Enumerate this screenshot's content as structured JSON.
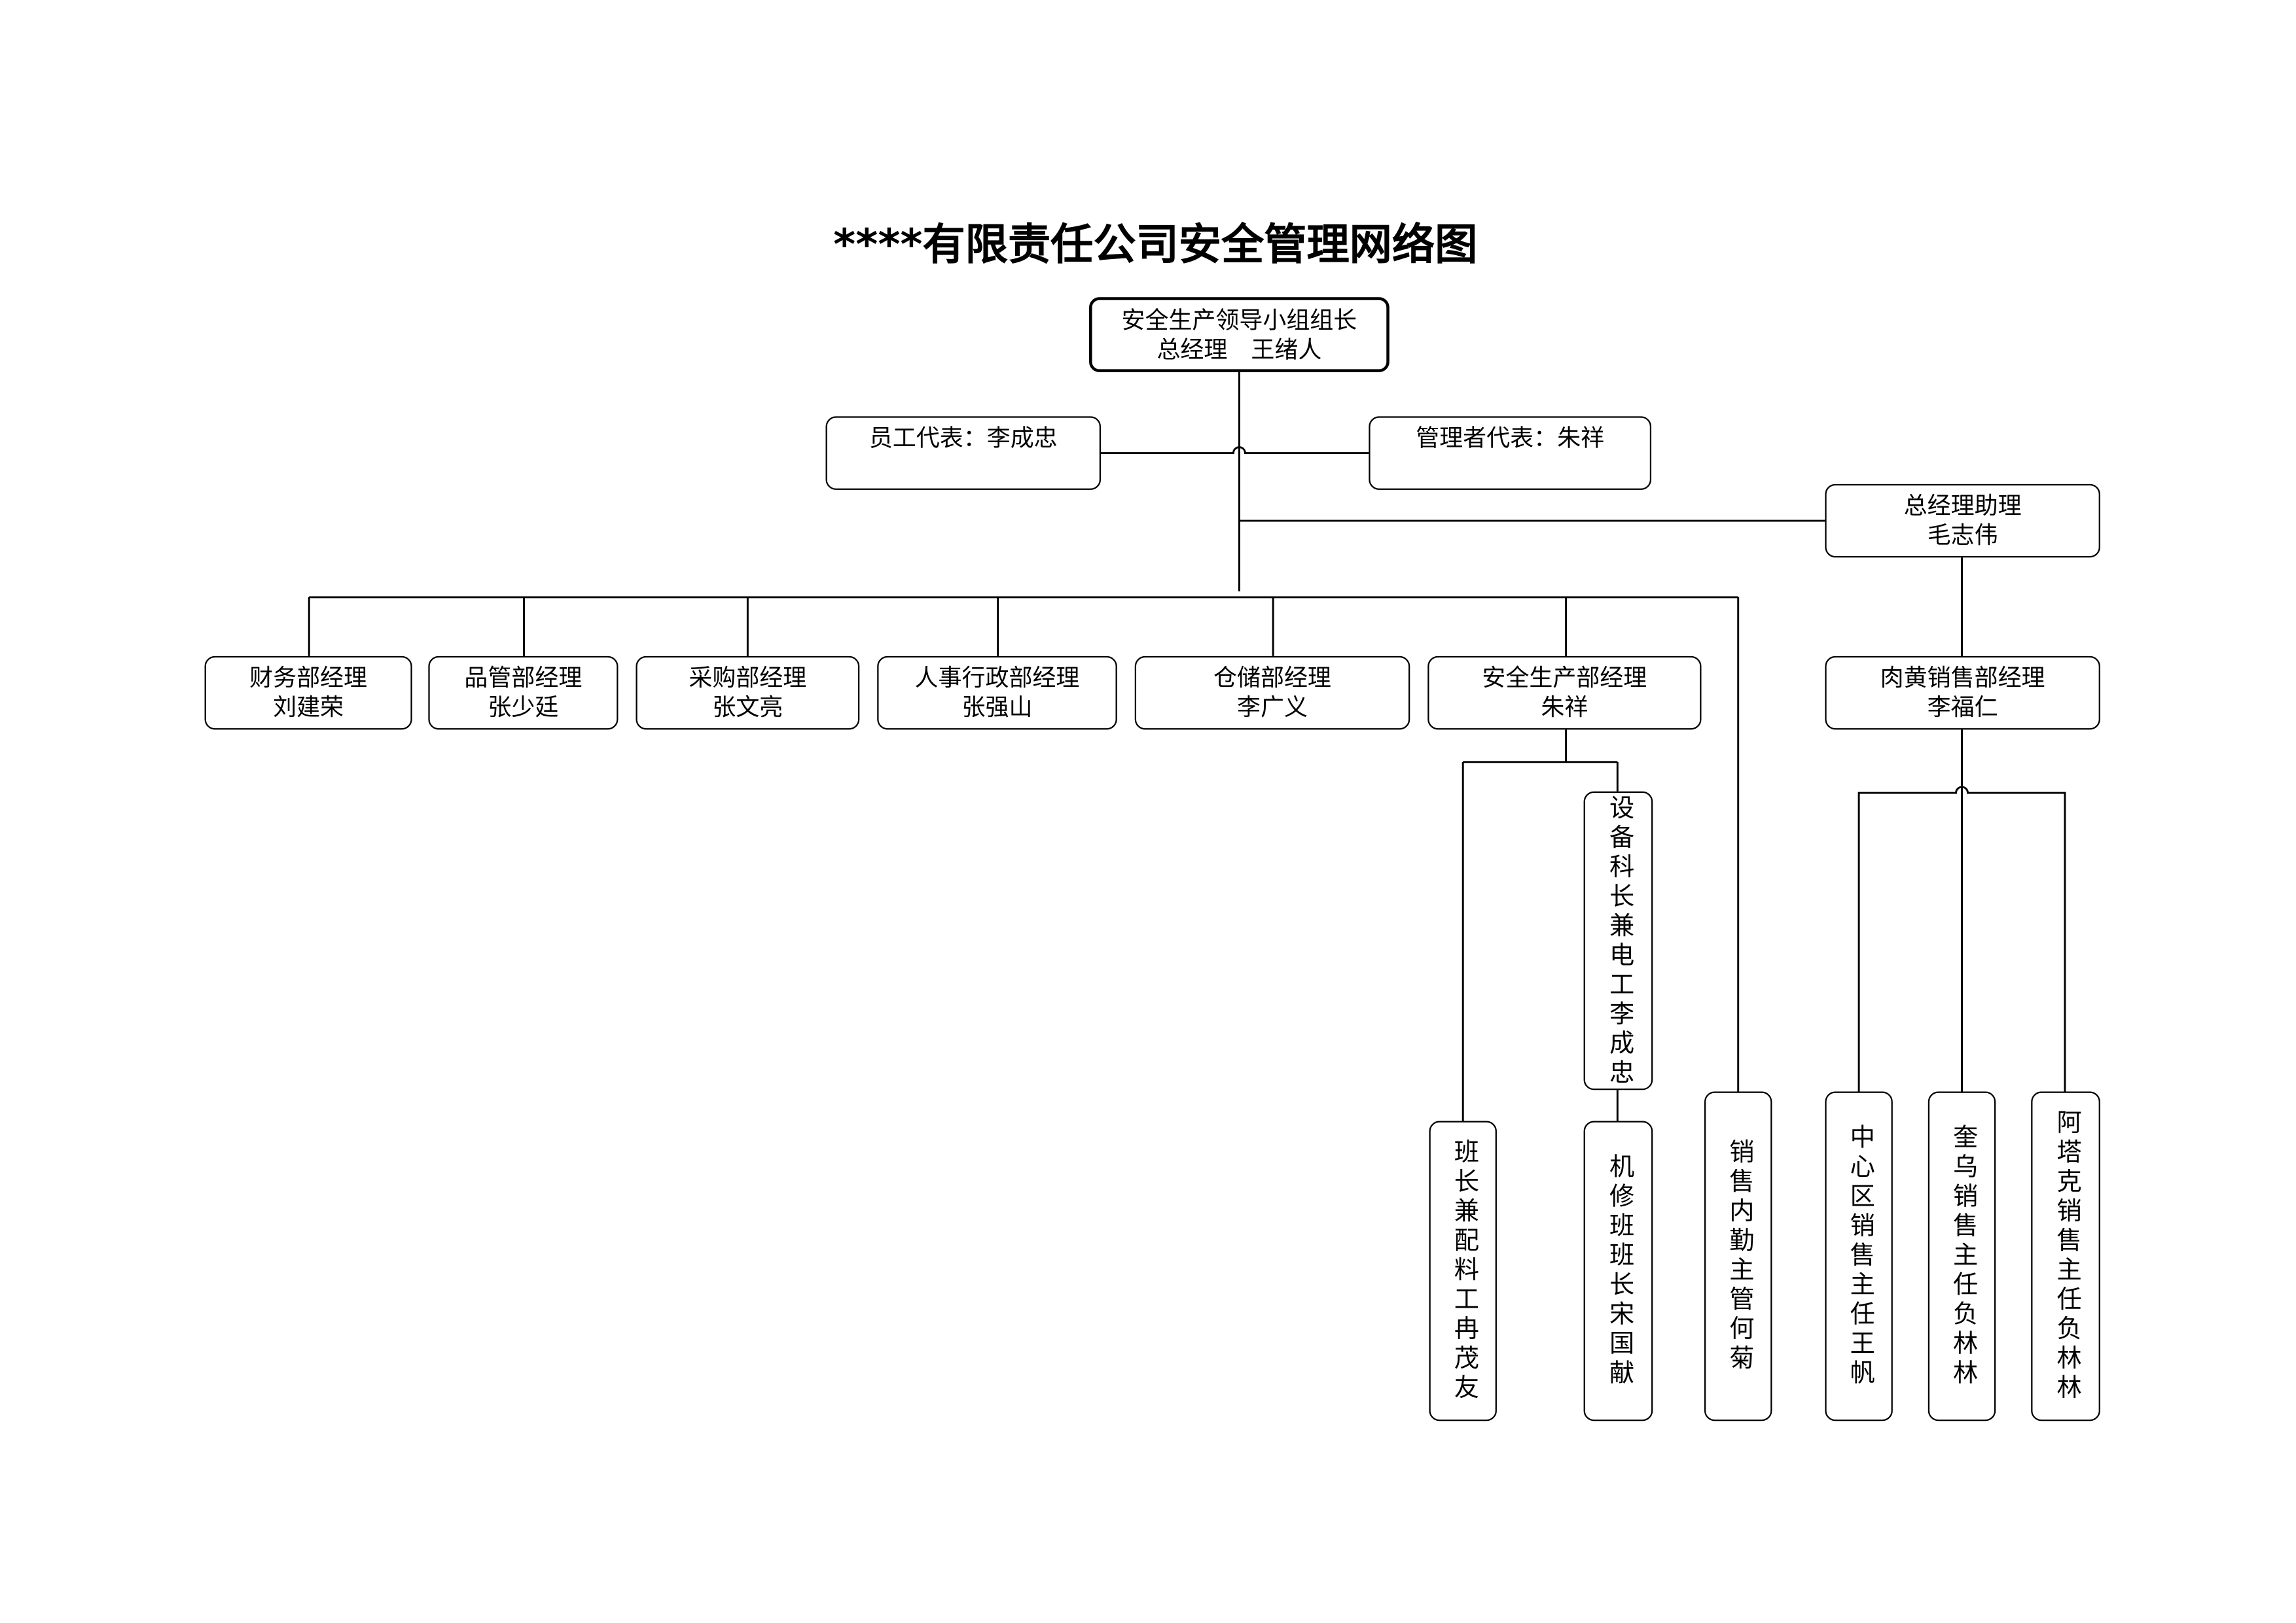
{
  "title": "****有限责任公司安全管理网络图",
  "leader": {
    "line1": "安全生产领导小组组长",
    "line2": "总经理　王绪人"
  },
  "employee_rep": "员工代表：李成忠",
  "manager_rep": "管理者代表：朱祥",
  "assistant": {
    "line1": "总经理助理",
    "line2": "毛志伟"
  },
  "departments": [
    {
      "line1": "财务部经理",
      "line2": "刘建荣"
    },
    {
      "line1": "品管部经理",
      "line2": "张少廷"
    },
    {
      "line1": "采购部经理",
      "line2": "张文亮"
    },
    {
      "line1": "人事行政部经理",
      "line2": "张强山"
    },
    {
      "line1": "仓储部经理",
      "line2": "李广义"
    },
    {
      "line1": "安全生产部经理",
      "line2": "朱祥"
    },
    {
      "line1": "肉黄销售部经理",
      "line2": "李福仁"
    }
  ],
  "staff": {
    "equipment": "设备科长兼电工李成忠",
    "team_leader": "班长兼配料工冉茂友",
    "repair": "机修班班长宋国献",
    "sales_internal": "销售内勤主管何菊",
    "center_sales": "中心区销售主任王帆",
    "kuiwu_sales": "奎乌销售主任负林林",
    "atake_sales": "阿塔克销售主任负林林"
  }
}
